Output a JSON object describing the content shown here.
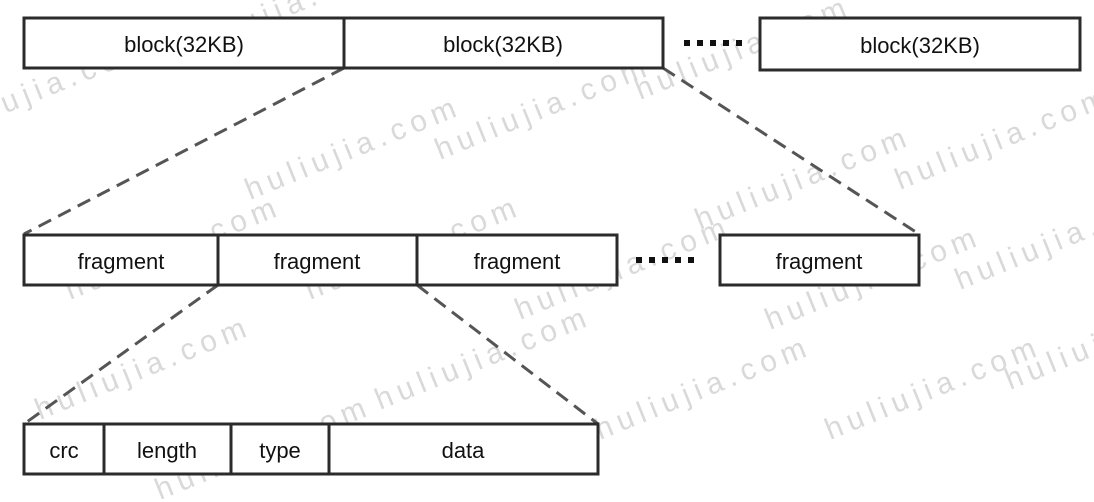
{
  "watermark": {
    "text": "huliujia.com",
    "color": "#d6d6d6"
  },
  "colors": {
    "stroke": "#2b2b2b",
    "dash": "#555555",
    "text": "#111111"
  },
  "row1": {
    "blocks": [
      {
        "label": "block(32KB)"
      },
      {
        "label": "block(32KB)"
      },
      {
        "label": "block(32KB)"
      }
    ],
    "ellipsis": "....."
  },
  "row2": {
    "fragments": [
      {
        "label": "fragment"
      },
      {
        "label": "fragment"
      },
      {
        "label": "fragment"
      },
      {
        "label": "fragment"
      }
    ],
    "ellipsis": "....."
  },
  "row3": {
    "fields": [
      {
        "label": "crc"
      },
      {
        "label": "length"
      },
      {
        "label": "type"
      },
      {
        "label": "data"
      }
    ]
  }
}
